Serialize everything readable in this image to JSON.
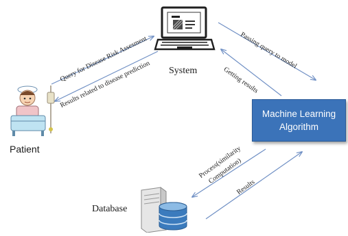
{
  "nodes": {
    "system": {
      "label": "System",
      "icon": "laptop-icon"
    },
    "patient": {
      "label": "Patient",
      "icon": "patient-icon"
    },
    "ml": {
      "label": "Machine Learning\nAlgorithm"
    },
    "database": {
      "label": "Database",
      "icon": "database-server-icon"
    }
  },
  "edges": {
    "query": "Query for Disease Risk Assesment",
    "results_prediction": "Results related to disease prediction",
    "passing_query": "Passing query to model",
    "getting_results": "Getting results",
    "process_line1": "Process(similarity",
    "process_line2": "Computation)",
    "results": "Results"
  },
  "colors": {
    "ml_box": "#3b73b9",
    "arrow": "#6f8fc4",
    "text": "#1a1a1a"
  }
}
